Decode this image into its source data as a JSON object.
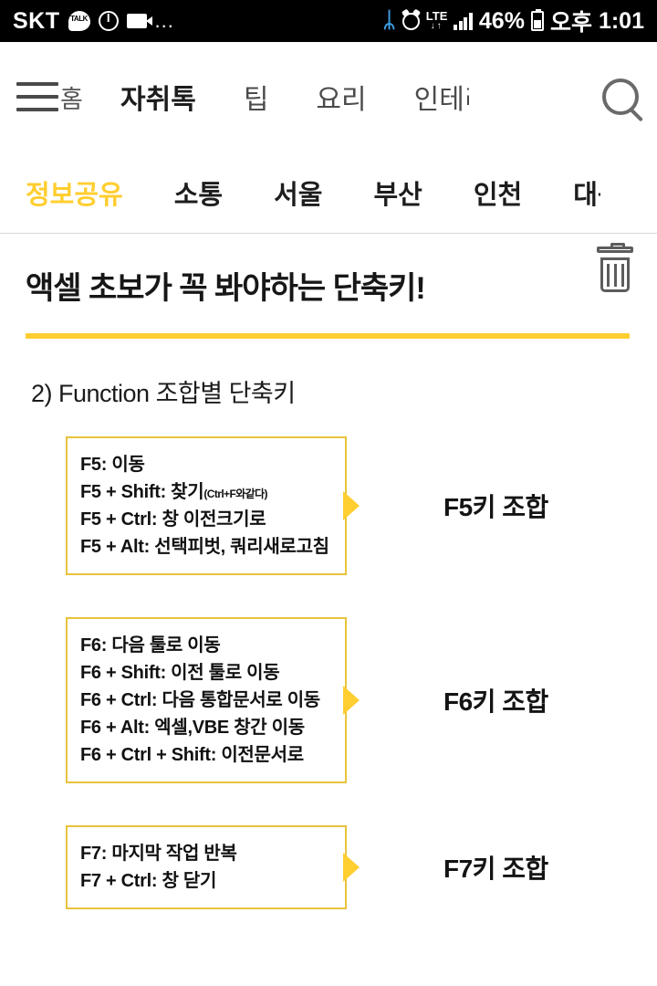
{
  "statusbar": {
    "carrier": "SKT",
    "kakao_icon": "kakaotalk-icon",
    "power_icon": "power-saving-icon",
    "video_icon": "video-recorder-icon",
    "overflow": "...",
    "bluetooth_glyph": "ᛦ",
    "alarm_icon": "alarm-clock-icon",
    "network_type": "LTE",
    "network_arrows": "↓↑",
    "signal_icon": "signal-bars-icon",
    "battery_percent": "46%",
    "battery_icon": "battery-icon",
    "ampm": "오후",
    "time": "1:01"
  },
  "topnav": {
    "menu_icon": "hamburger-menu-icon",
    "home_label": "홈",
    "search_icon": "search-icon",
    "tabs": [
      {
        "label": "자취톡",
        "active": true
      },
      {
        "label": "꫼팁",
        "active": false
      },
      {
        "label": "요리",
        "active": false
      },
      {
        "label": "인테리",
        "active": false
      }
    ]
  },
  "subnav": {
    "tabs": [
      {
        "label": "정보공유",
        "active": true
      },
      {
        "label": "소통",
        "active": false
      },
      {
        "label": "서울",
        "active": false
      },
      {
        "label": "부산",
        "active": false
      },
      {
        "label": "인천",
        "active": false
      },
      {
        "label": "대구",
        "active": false
      }
    ]
  },
  "article": {
    "title": "액셀 초보가 꼭 봐야하는 단축키!",
    "delete_icon": "trash-icon",
    "section_heading": "2) Function 조합별 단축키",
    "groups": [
      {
        "label": "F5키 조합",
        "arrow_icon": "right-triangle-icon",
        "lines": [
          {
            "text": "F5: 이동",
            "note": ""
          },
          {
            "text": "F5 + Shift: 찾기",
            "note": "(Ctrl+F와같다)"
          },
          {
            "text": "F5 + Ctrl: 창 이전크기로",
            "note": ""
          },
          {
            "text": "F5 + Alt: 선택피벗, 쿼리새로고침",
            "note": ""
          }
        ]
      },
      {
        "label": "F6키 조합",
        "arrow_icon": "right-triangle-icon",
        "lines": [
          {
            "text": "F6: 다음 툴로 이동",
            "note": ""
          },
          {
            "text": "F6 + Shift: 이전 툴로 이동",
            "note": ""
          },
          {
            "text": "F6 + Ctrl: 다음 통합문서로 이동",
            "note": ""
          },
          {
            "text": "F6 + Alt: 엑셀,VBE 창간 이동",
            "note": ""
          },
          {
            "text": "F6 + Ctrl + Shift: 이전문서로",
            "note": ""
          }
        ]
      },
      {
        "label": "F7키 조합",
        "arrow_icon": "right-triangle-icon",
        "lines": [
          {
            "text": "F7: 마지막 작업 반복",
            "note": ""
          },
          {
            "text": "F7 + Ctrl: 창 닫기",
            "note": ""
          }
        ]
      }
    ]
  },
  "colors": {
    "accent_yellow": "#FFCE30",
    "box_border": "#E8C33C",
    "statusbar_bg": "#000000",
    "text_dark": "#1b1b1b"
  }
}
